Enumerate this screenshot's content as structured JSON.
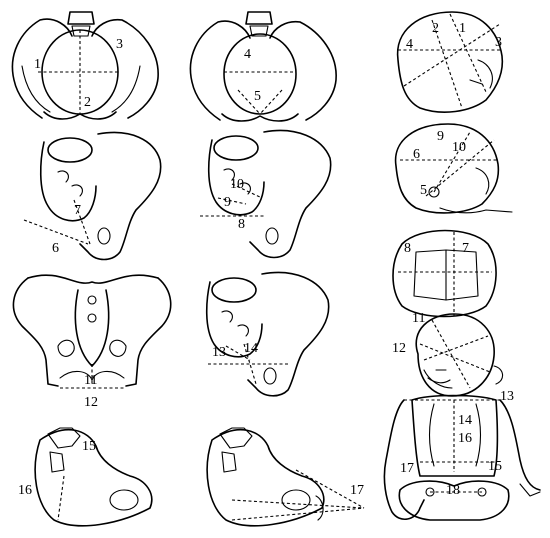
{
  "labels": {
    "p1": "1",
    "p2": "2",
    "p3": "3",
    "p4": "4",
    "p5": "5",
    "s1": "1",
    "s2": "2",
    "s3": "3",
    "s4": "4",
    "l6": "6",
    "l7": "7",
    "l8": "8",
    "l10": "10",
    "l9": "9",
    "k5": "5",
    "k6": "6",
    "k9": "9",
    "k10": "10",
    "f8": "8",
    "f7": "7",
    "b11": "11",
    "b12": "12",
    "l13": "13",
    "l14": "14",
    "i15": "15",
    "i16": "16",
    "i17": "17",
    "c11": "11",
    "c12": "12",
    "c13": "13",
    "c14": "14",
    "c15": "15",
    "c16": "16",
    "c17": "17",
    "c18": "18"
  }
}
